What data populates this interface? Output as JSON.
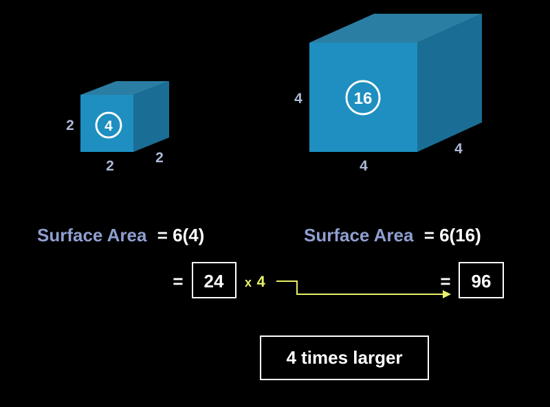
{
  "colors": {
    "background": "#000000",
    "cube_front": "#1e8fc0",
    "cube_top": "#2b7ea3",
    "cube_side": "#1a6e95",
    "dimension_label": "#aeb9d8",
    "surface_area_label": "#8f9fd0",
    "white": "#ffffff",
    "multiplier": "#e8f06a"
  },
  "small_cube": {
    "face_area": "4",
    "height_label": "2",
    "width_label": "2",
    "depth_label": "2"
  },
  "large_cube": {
    "face_area": "16",
    "height_label": "4",
    "width_label": "4",
    "depth_label": "4"
  },
  "left_formula": {
    "label": "Surface Area",
    "expression": "= 6(4)",
    "equals": "=",
    "result": "24"
  },
  "right_formula": {
    "label": "Surface Area",
    "expression": "= 6(16)",
    "equals": "=",
    "result": "96"
  },
  "multiplier": {
    "x": "x",
    "factor": "4"
  },
  "conclusion": "4 times larger"
}
